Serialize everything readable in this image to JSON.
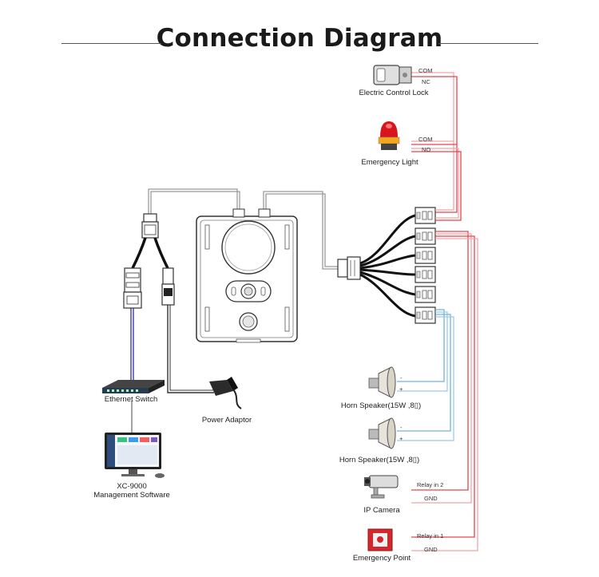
{
  "title": "Connection Diagram",
  "colors": {
    "wire_red": "#e8434f",
    "wire_pink": "#f2a3a8",
    "wire_blue": "#6fb3d9",
    "wire_gray": "#9a9a9a",
    "cable_black": "#222222",
    "ethernet_blue": "#3a3aa8",
    "light_red": "#d8141c",
    "alarm_red": "#d6262c"
  },
  "devices": {
    "lock": {
      "label": "Electric Control Lock",
      "pins": [
        "COM",
        "NC"
      ]
    },
    "light": {
      "label": "Emergency Light",
      "pins": [
        "COM",
        "NO"
      ]
    },
    "speaker1": {
      "label": "Horn Speaker(15W ,8▯)",
      "pins": [
        "-",
        "+"
      ]
    },
    "speaker2": {
      "label": "Horn Speaker(15W ,8▯)",
      "pins": [
        "-",
        "+"
      ]
    },
    "camera": {
      "label": "IP Camera",
      "pins": [
        "Relay in 2",
        "GND"
      ]
    },
    "emergency": {
      "label": "Emergency Point",
      "pins": [
        "Relay in 1",
        "GND"
      ]
    },
    "switch": {
      "label": "Ethernet Switch"
    },
    "adaptor": {
      "label": "Power Adaptor"
    },
    "software": {
      "label_line1": "XC-9000",
      "label_line2": "Management Software"
    }
  }
}
